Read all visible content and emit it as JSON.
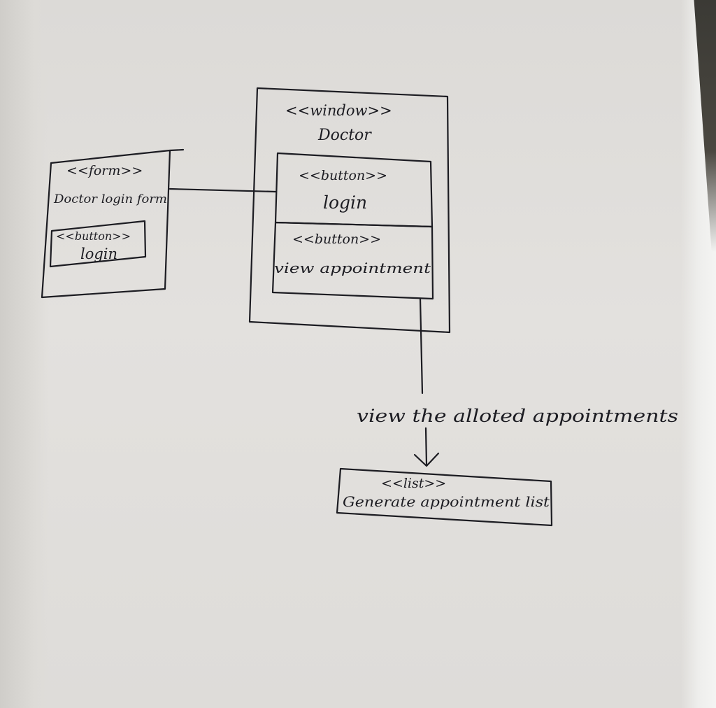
{
  "form": {
    "stereotype": "<<form>>",
    "name": "Doctor login form",
    "button": {
      "stereotype": "<<button>>",
      "label": "login"
    }
  },
  "window": {
    "stereotype": "<<window>>",
    "name": "Doctor",
    "buttons": [
      {
        "stereotype": "<<button>>",
        "label": "login"
      },
      {
        "stereotype": "<<button>>",
        "label": "view appointment"
      }
    ]
  },
  "arrow_label": "view the alloted appointments",
  "list": {
    "stereotype": "<<list>>",
    "name": "Generate appointment list"
  }
}
